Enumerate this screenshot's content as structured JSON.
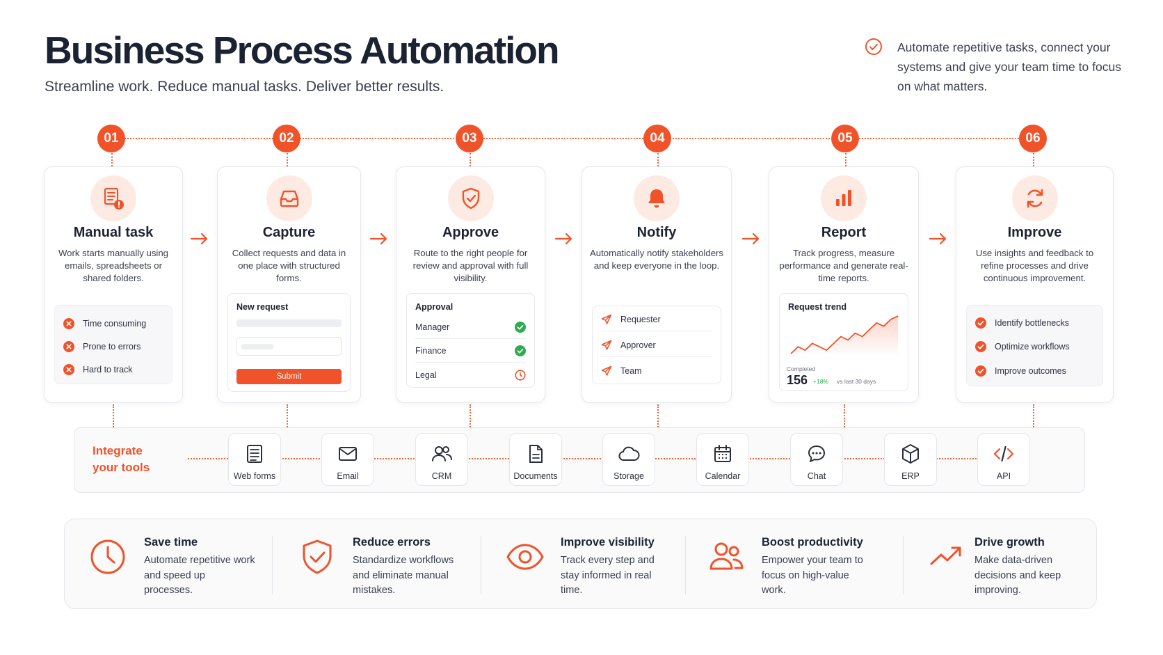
{
  "header": {
    "title": "Business Process Automation",
    "subtitle": "Streamline work. Reduce manual tasks. Deliver better results.",
    "tagline": "Automate repetitive tasks, connect your systems and give your team time to focus on what matters."
  },
  "steps": [
    {
      "number": "01",
      "title": "Manual task",
      "description": "Work starts manually using emails, spreadsheets or shared folders.",
      "items": [
        "Time consuming",
        "Prone to errors",
        "Hard to track"
      ]
    },
    {
      "number": "02",
      "title": "Capture",
      "description": "Collect requests and data in one place with structured forms.",
      "form_title": "New request",
      "submit_label": "Submit"
    },
    {
      "number": "03",
      "title": "Approve",
      "description": "Route to the right people for review and approval with full visibility.",
      "panel_title": "Approval",
      "approvers": [
        {
          "name": "Manager",
          "status": "approved"
        },
        {
          "name": "Finance",
          "status": "approved"
        },
        {
          "name": "Legal",
          "status": "pending"
        }
      ]
    },
    {
      "number": "04",
      "title": "Notify",
      "description": "Automatically notify stakeholders and keep everyone in the loop.",
      "recipients": [
        "Requester",
        "Approver",
        "Team"
      ]
    },
    {
      "number": "05",
      "title": "Report",
      "description": "Track progress, measure performance and generate real-time reports.",
      "chart_title": "Request trend",
      "stat_label": "Completed",
      "stat_value": "156",
      "stat_change": "+18%",
      "stat_period": "vs last 30 days",
      "trend": [
        3,
        5,
        4,
        6,
        5,
        4,
        6,
        8,
        7,
        9,
        8,
        10,
        12,
        11,
        13,
        14
      ]
    },
    {
      "number": "06",
      "title": "Improve",
      "description": "Use insights and feedback to refine processes and drive continuous improvement.",
      "items": [
        "Identify bottlenecks",
        "Optimize workflows",
        "Improve outcomes"
      ]
    }
  ],
  "integrate": {
    "label_line1": "Integrate",
    "label_line2": "your tools",
    "tools": [
      {
        "label": "Web forms",
        "icon": "web-forms-icon"
      },
      {
        "label": "Email",
        "icon": "email-icon"
      },
      {
        "label": "CRM",
        "icon": "crm-icon"
      },
      {
        "label": "Documents",
        "icon": "documents-icon"
      },
      {
        "label": "Storage",
        "icon": "cloud-icon"
      },
      {
        "label": "Calendar",
        "icon": "calendar-icon"
      },
      {
        "label": "Chat",
        "icon": "chat-icon"
      },
      {
        "label": "ERP",
        "icon": "box-icon"
      },
      {
        "label": "API",
        "icon": "code-icon"
      }
    ]
  },
  "benefits": [
    {
      "title": "Save time",
      "description": "Automate repetitive work and speed up processes.",
      "icon": "clock-icon"
    },
    {
      "title": "Reduce errors",
      "description": "Standardize workflows and eliminate manual mistakes.",
      "icon": "shield-check-icon"
    },
    {
      "title": "Improve visibility",
      "description": "Track every step and stay informed in real time.",
      "icon": "eye-icon"
    },
    {
      "title": "Boost productivity",
      "description": "Empower your team to focus on high-value work.",
      "icon": "users-icon"
    },
    {
      "title": "Drive growth",
      "description": "Make data-driven decisions and keep improving.",
      "icon": "trending-up-icon"
    }
  ],
  "colors": {
    "accent": "#f0522a",
    "accent_light": "#fdebe3",
    "success": "#2eaa4f",
    "text_dark": "#1b2232"
  }
}
